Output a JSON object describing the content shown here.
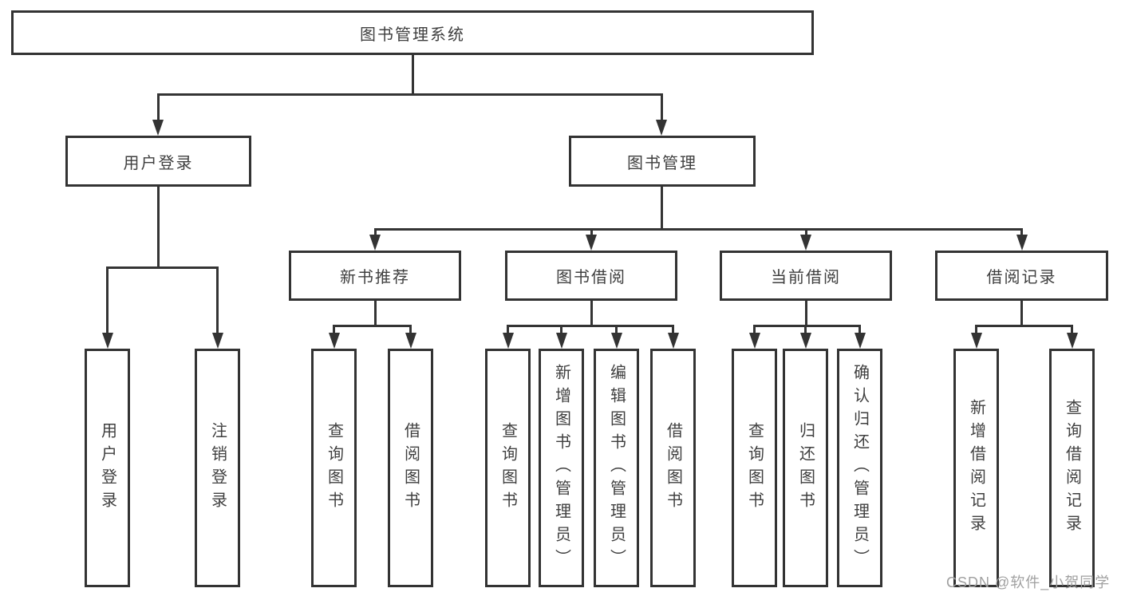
{
  "tree": {
    "label": "图书管理系统",
    "children": [
      {
        "label": "用户登录",
        "children": [
          {
            "label": "用户登录"
          },
          {
            "label": "注销登录"
          }
        ]
      },
      {
        "label": "图书管理",
        "children": [
          {
            "label": "新书推荐",
            "children": [
              {
                "label": "查询图书"
              },
              {
                "label": "借阅图书"
              }
            ]
          },
          {
            "label": "图书借阅",
            "children": [
              {
                "label": "查询图书"
              },
              {
                "label": "新增图书（管理员）"
              },
              {
                "label": "编辑图书（管理员）"
              },
              {
                "label": "借阅图书"
              }
            ]
          },
          {
            "label": "当前借阅",
            "children": [
              {
                "label": "查询图书"
              },
              {
                "label": "归还图书"
              },
              {
                "label": "确认归还（管理员）"
              }
            ]
          },
          {
            "label": "借阅记录",
            "children": [
              {
                "label": "新增借阅记录"
              },
              {
                "label": "查询借阅记录"
              }
            ]
          }
        ]
      }
    ]
  },
  "watermark": "CSDN @软件_小贺同学",
  "colors": {
    "line": "#333333",
    "box_border": "#333333",
    "text": "#3f3f3f",
    "background": "#ffffff",
    "watermark": "#a0a0a0"
  }
}
